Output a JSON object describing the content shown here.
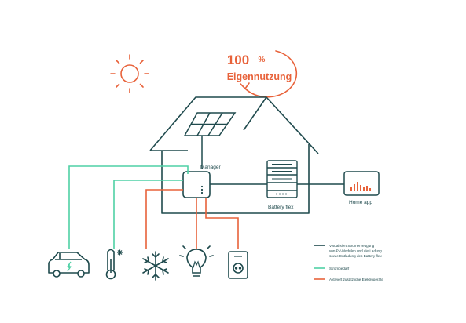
{
  "headline": {
    "percent": "100",
    "percent_sign": "%",
    "subtitle": "Eigennutzung"
  },
  "labels": {
    "manager": "Manager",
    "battery": "Battery flex",
    "home_app": "Home app"
  },
  "legend": [
    {
      "lines": [
        "Visualisiert Stromerzeugung",
        "von PV-Modulen und die Ladung",
        "sowie Entladung des Battery flex"
      ],
      "color": "#1f4a4d"
    },
    {
      "lines": [
        "Strombedarf"
      ],
      "color": "#4fd1a5"
    },
    {
      "lines": [
        "Aktiviert zusätzliche Elektrogeräte"
      ],
      "color": "#e8623a"
    }
  ],
  "devices": [
    {
      "icon": "electric-car-icon"
    },
    {
      "icon": "thermometer-icon"
    },
    {
      "icon": "snowflake-icon"
    },
    {
      "icon": "light-bulb-icon"
    },
    {
      "icon": "socket-icon"
    }
  ],
  "colors": {
    "dark": "#1f4a4d",
    "green": "#4fd1a5",
    "orange": "#e8623a"
  }
}
